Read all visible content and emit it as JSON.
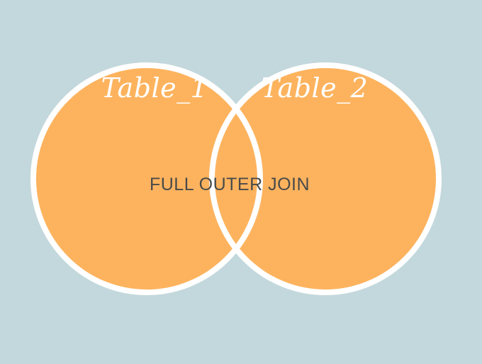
{
  "diagram": {
    "type": "venn",
    "sets": [
      {
        "label": "Table_1"
      },
      {
        "label": "Table_2"
      }
    ],
    "center_label": "FULL OUTER JOIN",
    "colors": {
      "background": "#c3d8dc",
      "fill": "#fdb35e",
      "outline": "#ffffff",
      "set_label": "#ffffff",
      "center_label": "#4a4a4a"
    }
  }
}
